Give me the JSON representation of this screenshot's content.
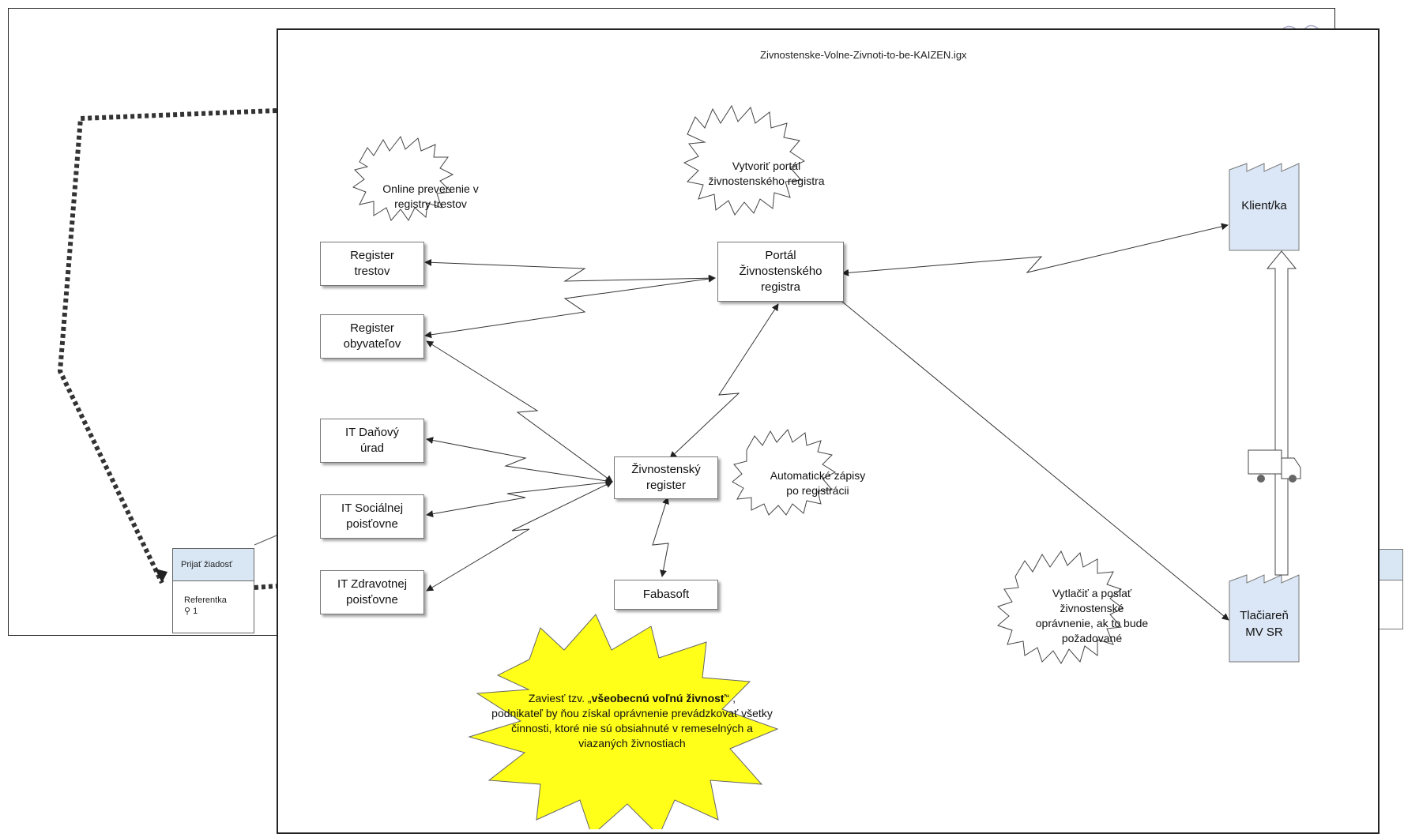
{
  "window_title": "Zivnostenske-Volne-Zivnoti-to-be-KAIZEN.igx",
  "back_process": {
    "activity_label": "Prijať žiadosť",
    "role_label": "Referentka",
    "counter": "1"
  },
  "nodes": {
    "register_trestov": "Register\ntrestov",
    "register_obyvatelov": "Register\nobyvateľov",
    "it_danovy_urad": "IT Daňový\núrad",
    "it_socialnej_poistovne": "IT Sociálnej\npoisťovne",
    "it_zdravotnej_poistovne": "IT Zdravotnej\npoisťovne",
    "portal": "Portál\nŽivnostenského\nregistra",
    "zivnostensky_register": "Živnostenský\nregister",
    "fabasoft": "Fabasoft"
  },
  "factories": {
    "klientka": "Klient/ka",
    "tlaciaren": "Tlačiareň\nMV SR"
  },
  "clouds": {
    "online_preverenie": "Online preverenie v\nregistry trestov",
    "vytvorit_portal": "Vytvoriť portál\nživnostenského registra",
    "automaticke_zapisy": "Automatické zápisy\npo registrácii",
    "vytlacit": "Vytlačiť a poslať\nživnostenské\noprávnenie, ak to bude\npožadované"
  },
  "kaizen_star": {
    "prefix": "Zaviesť tzv. „",
    "bold": "všeobecnú voľnú živnosť",
    "suffix": "“ ,",
    "line2": "podnikateľ by ňou získal oprávnenie prevádzkovať všetky",
    "line3": "činnosti, ktoré nie sú obsiahnuté v remeselných a",
    "line4": "viazaných živnostiach",
    "fill_color": "#ffff1a"
  },
  "colors": {
    "factory_fill": "#dbe7f6",
    "process_header": "#d9e7f5"
  },
  "icons": [
    "truck-icon",
    "hollow-arrow-icon",
    "cloud-icon",
    "factory-icon",
    "kaizen-burst-icon"
  ]
}
